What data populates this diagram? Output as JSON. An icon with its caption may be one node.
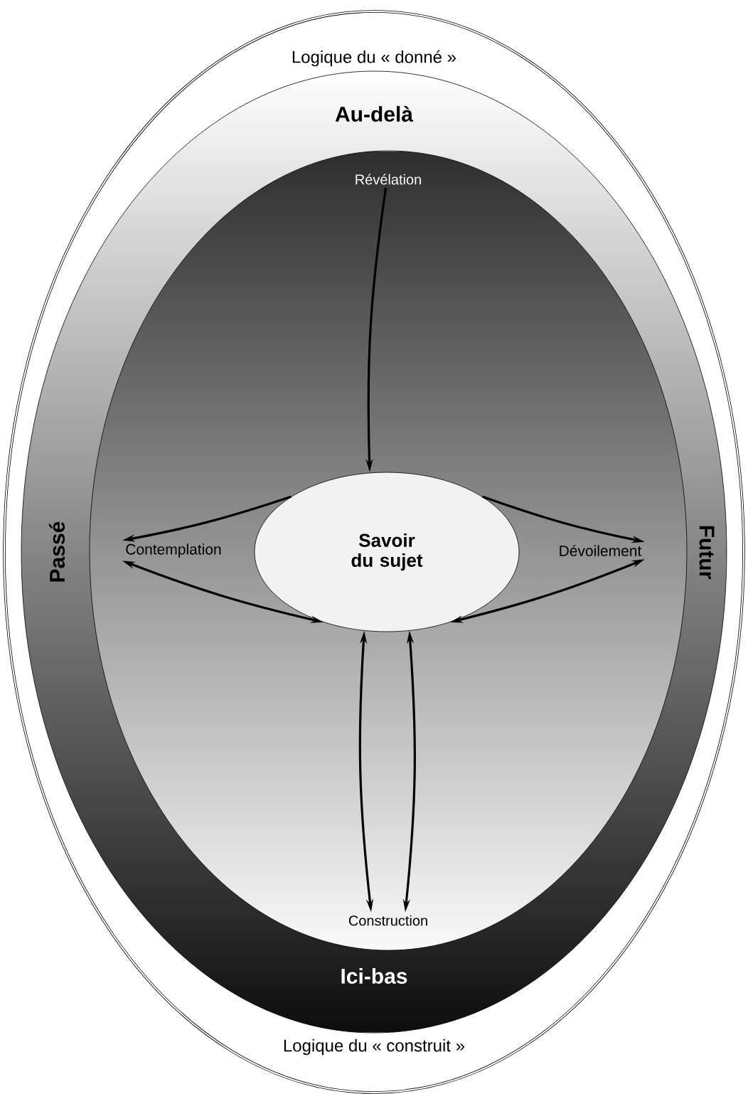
{
  "diagram": {
    "nodes": [
      {
        "text": [
          "Logique du « donné »",
          "Logique du « construit »"
        ]
      },
      {
        "text": [
          "Au-delà",
          "Passé",
          "Futur",
          "Ici-bas"
        ],
        "in": 0
      },
      {
        "text": [],
        "shape": "ellipse",
        "in": 1
      },
      {
        "text": [
          "Révélation"
        ],
        "in": 2
      },
      {
        "text": [
          "Contemplation"
        ],
        "in": 2
      },
      {
        "text": [
          "Savoir du sujet"
        ],
        "in": 2
      },
      {
        "text": [
          "Dévoilement"
        ],
        "in": 2
      },
      {
        "text": [
          "Construction"
        ],
        "in": 2
      }
    ],
    "edges": [
      {
        "from": 3,
        "to": 5,
        "arrow": "to"
      },
      {
        "from": 5,
        "to": 4,
        "arrow": "to"
      },
      {
        "from": 5,
        "to": 6,
        "arrow": "to"
      },
      {
        "from": 4,
        "to": 5,
        "arrow": "both"
      },
      {
        "from": 6,
        "to": 5,
        "arrow": "both"
      },
      {
        "from": 5,
        "to": 7,
        "arrow": "both"
      },
      {
        "from": 5,
        "to": 7,
        "arrow": "both"
      }
    ]
  }
}
